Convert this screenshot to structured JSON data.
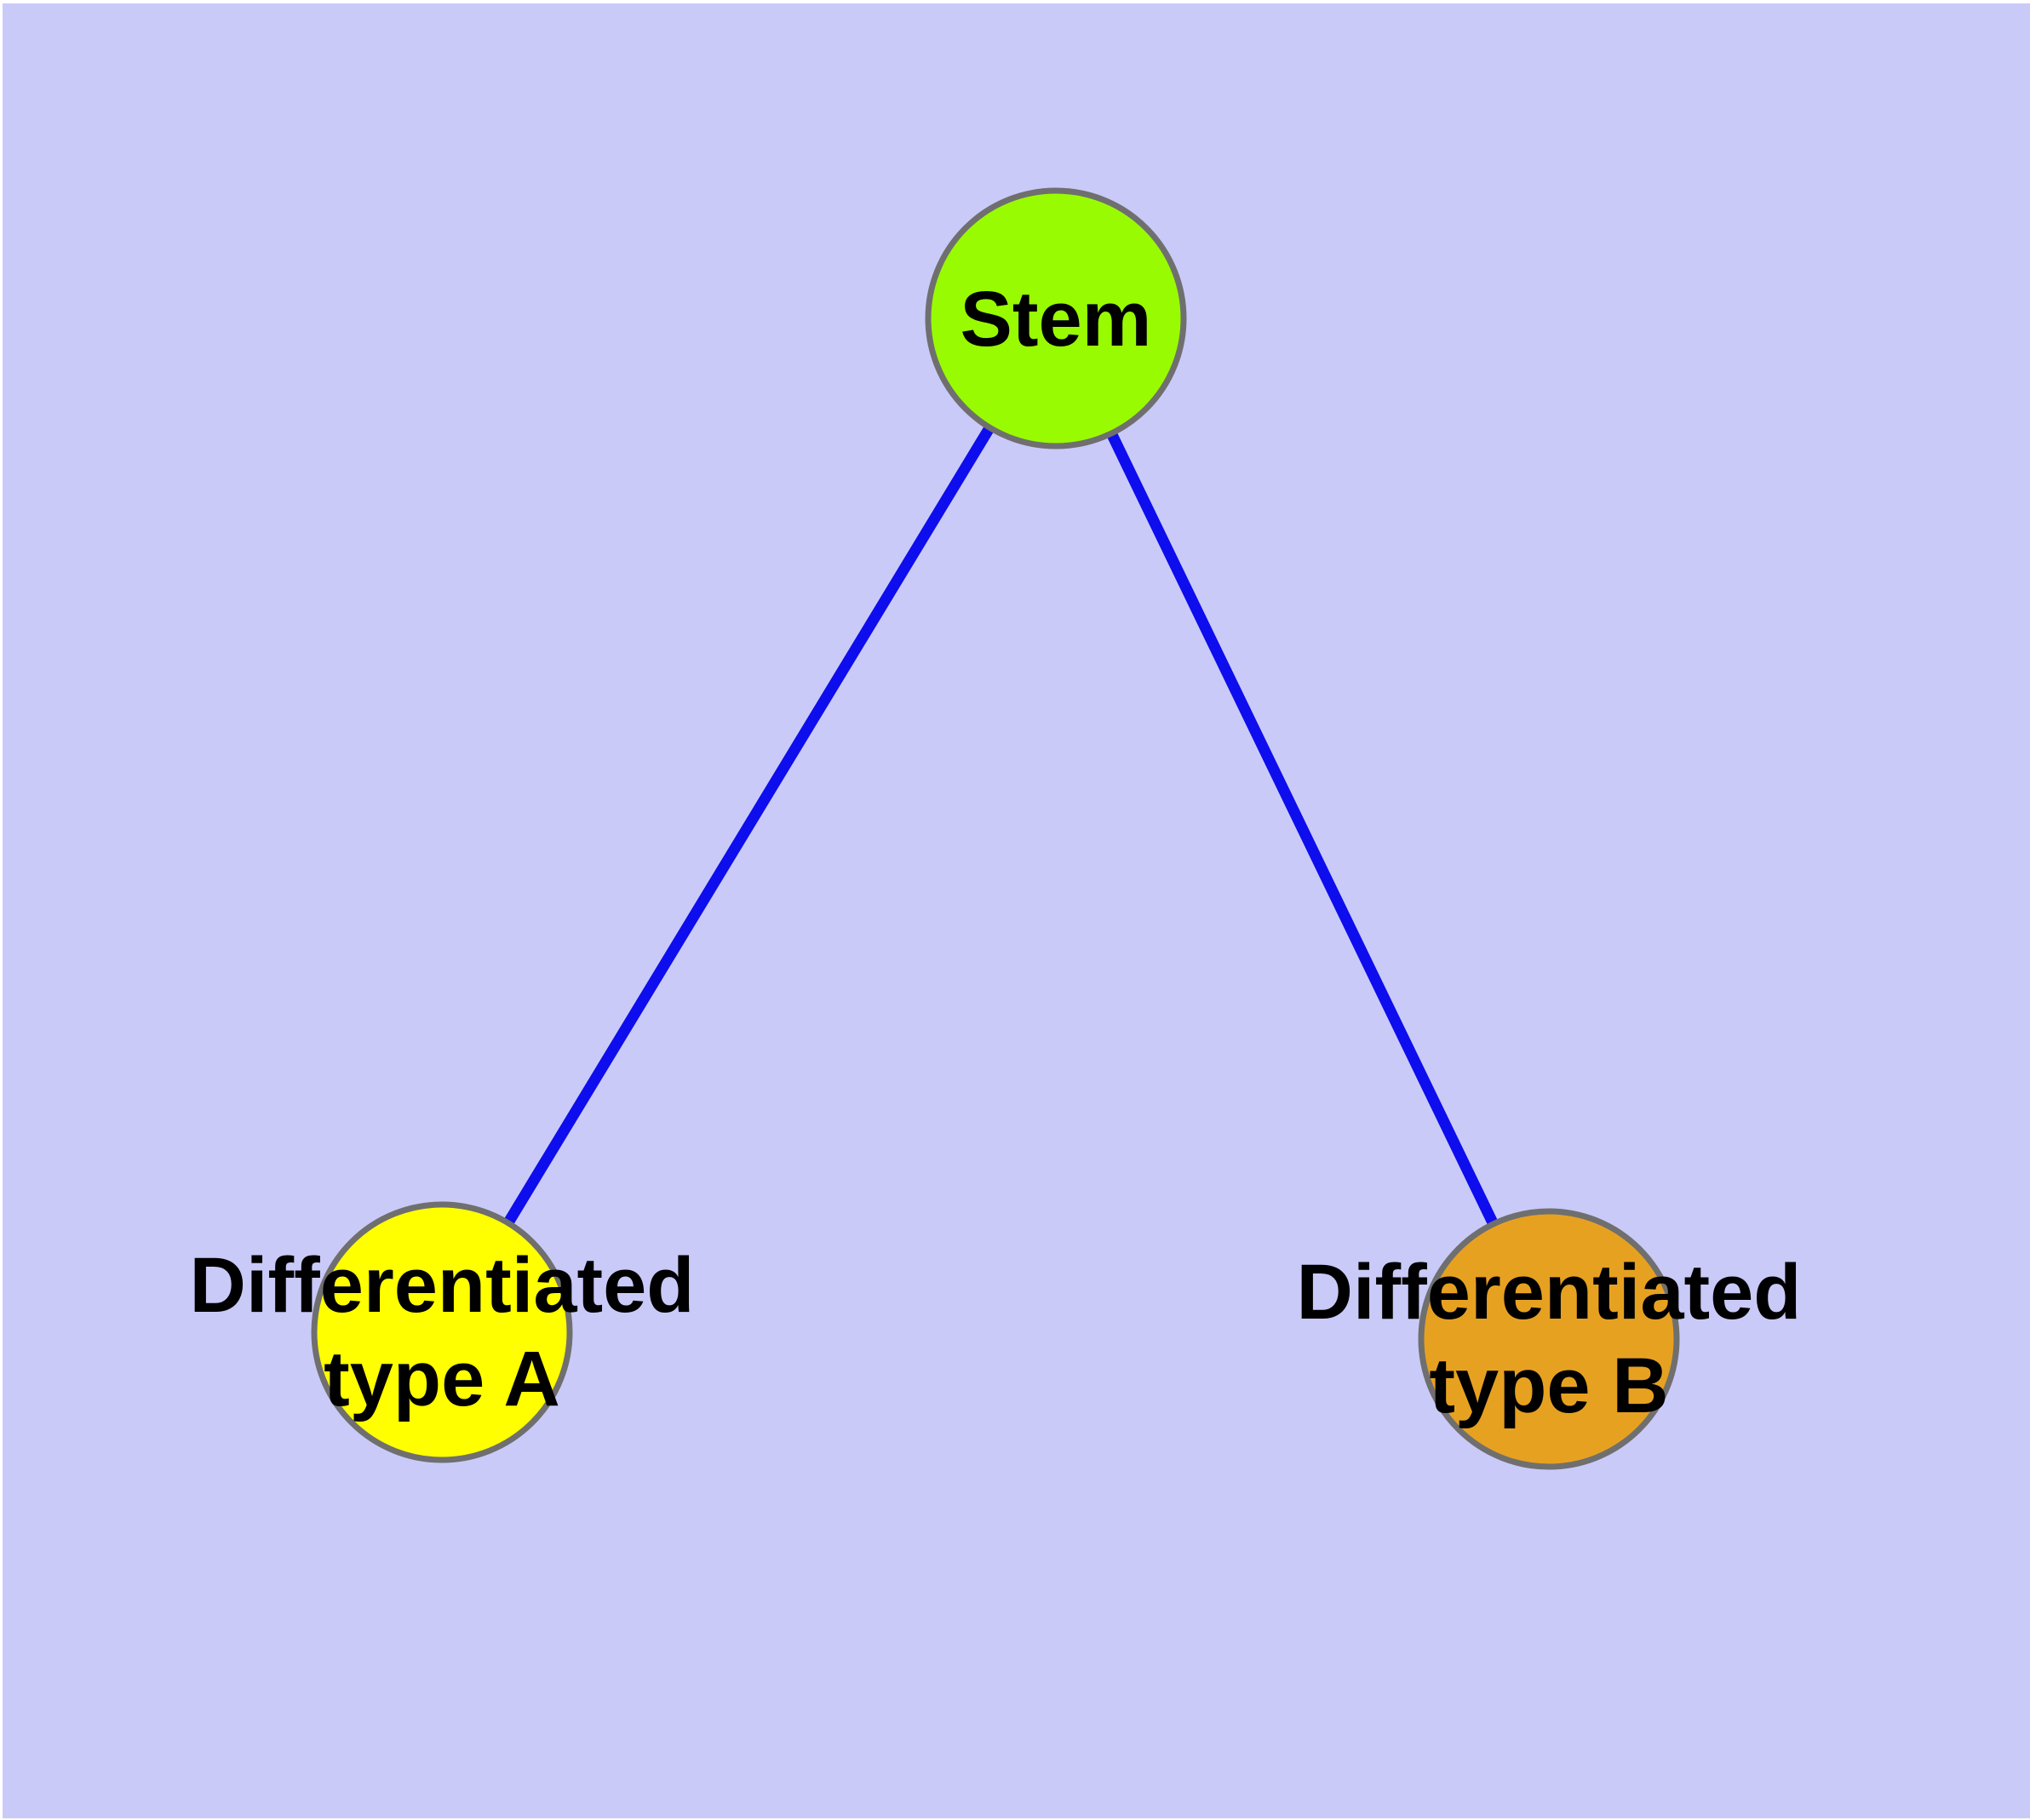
{
  "diagram": {
    "kind": "node-link-graph",
    "colors": {
      "page_margin": "#FFFFFF",
      "background": "#CACAF9",
      "edge": "#0D0DED",
      "node_border": "#6F6F6F",
      "label_text": "#000000"
    },
    "nodes": {
      "stem": {
        "label": "Stem",
        "fill": "#99FB02"
      },
      "type_a": {
        "label_line1": "Differentiated",
        "label_line2": "type A",
        "fill": "#FFFF00"
      },
      "type_b": {
        "label_line1": "Differentiated",
        "label_line2": "type B",
        "fill": "#E7A121"
      }
    },
    "edges": [
      {
        "from": "Stem",
        "to": "Differentiated type A"
      },
      {
        "from": "Stem",
        "to": "Differentiated type B"
      }
    ]
  }
}
